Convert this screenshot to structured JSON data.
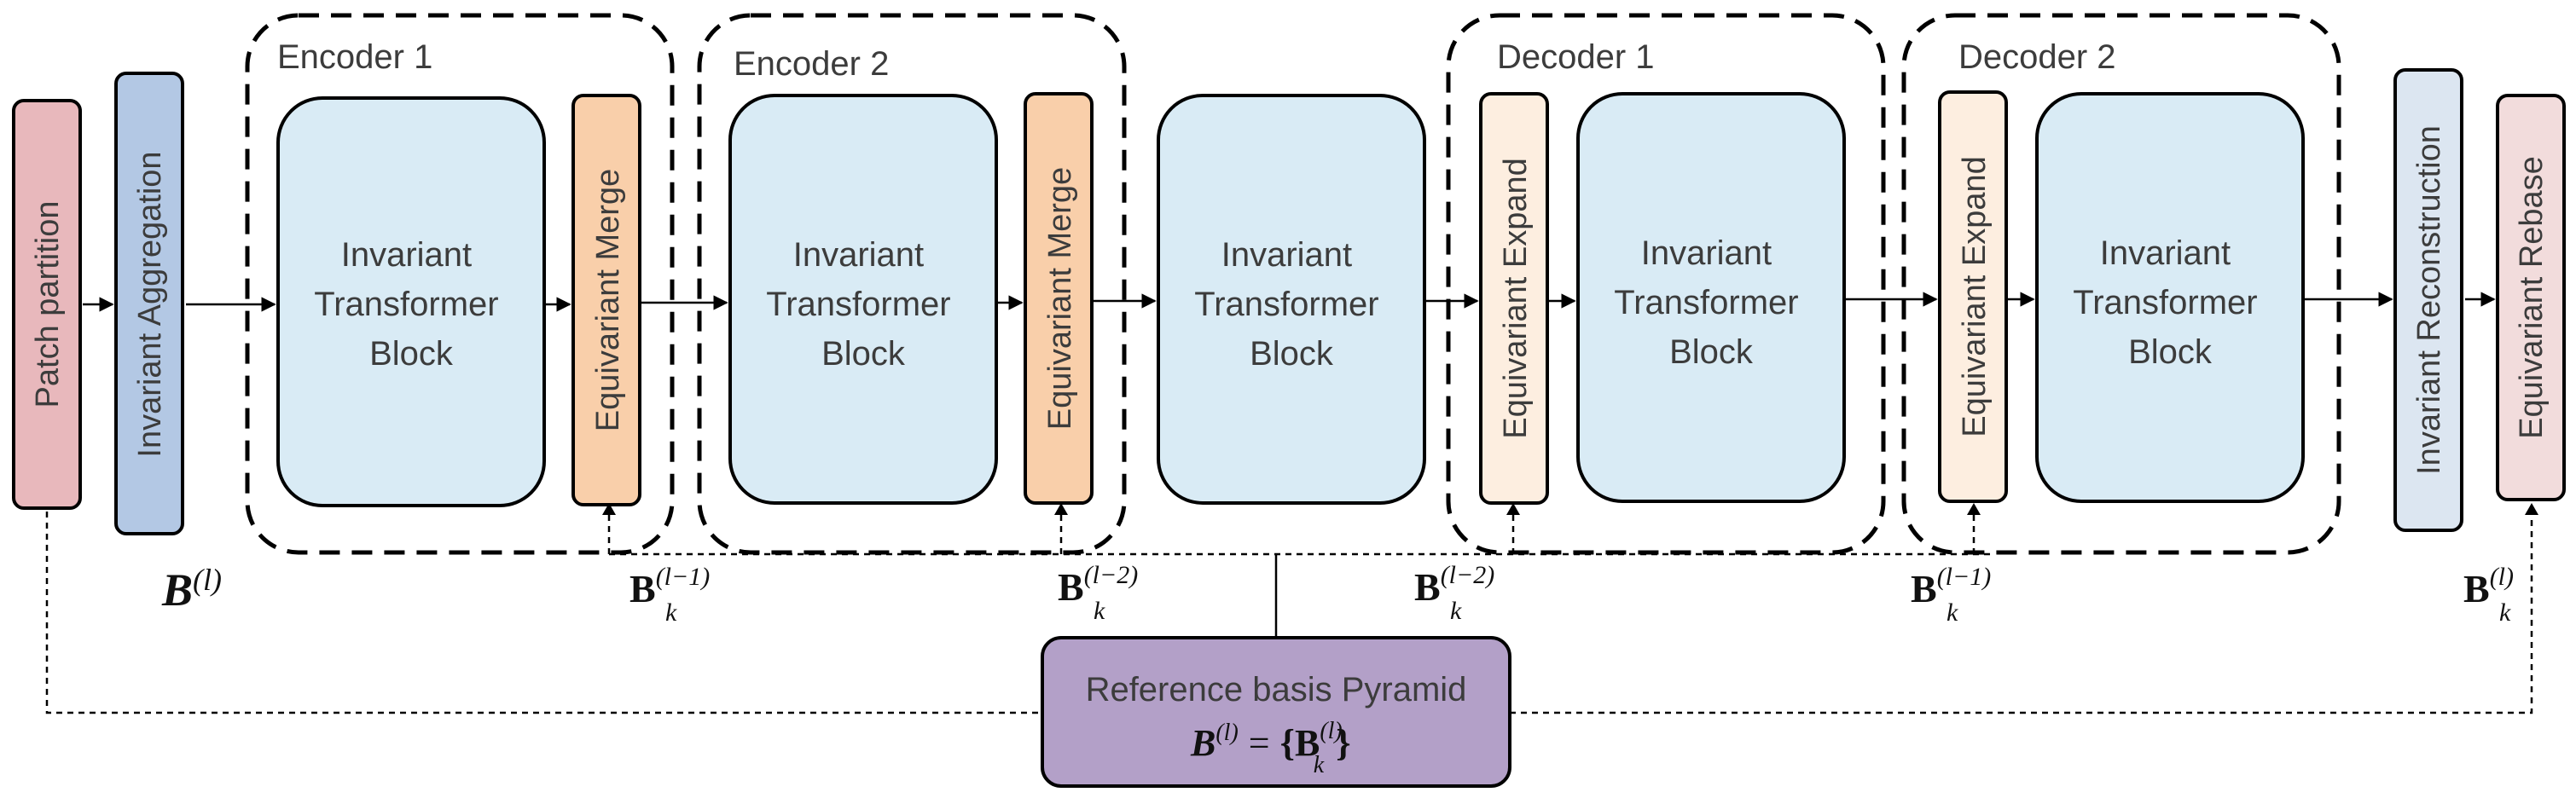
{
  "groups": {
    "encoder1": "Encoder 1",
    "encoder2": "Encoder 2",
    "decoder1": "Decoder 1",
    "decoder2": "Decoder 2"
  },
  "blocks": {
    "patch_partition": "Patch partition",
    "invariant_aggregation": "Invariant Aggregation",
    "transformer": [
      "Invariant",
      "Transformer",
      "Block"
    ],
    "equivariant_merge": "Equivariant Merge",
    "equivariant_expand": "Equivariant Expand",
    "invariant_reconstruction": "Invariant Reconstruction",
    "equivariant_rebase": "Equivariant Rebase"
  },
  "math": {
    "basis_set": "B",
    "basis_vec": "B",
    "sub_k": "k",
    "sup_l": "(l)",
    "sup_l_minus_1": "(l−1)",
    "sup_l_minus_2": "(l−2)",
    "equals": "=",
    "brace_open": "{",
    "brace_close": "}"
  },
  "pyramid": {
    "title": "Reference basis Pyramid"
  },
  "colors": {
    "patch": "#e8b8bc",
    "aggregation": "#b3c8e4",
    "transformer": "#d9ebf5",
    "merge": "#f9cfaa",
    "expand": "#fdeee0",
    "reconstruction": "#dce6f1",
    "rebase": "#f2dcdc",
    "pyramid": "#b3a0c8"
  }
}
